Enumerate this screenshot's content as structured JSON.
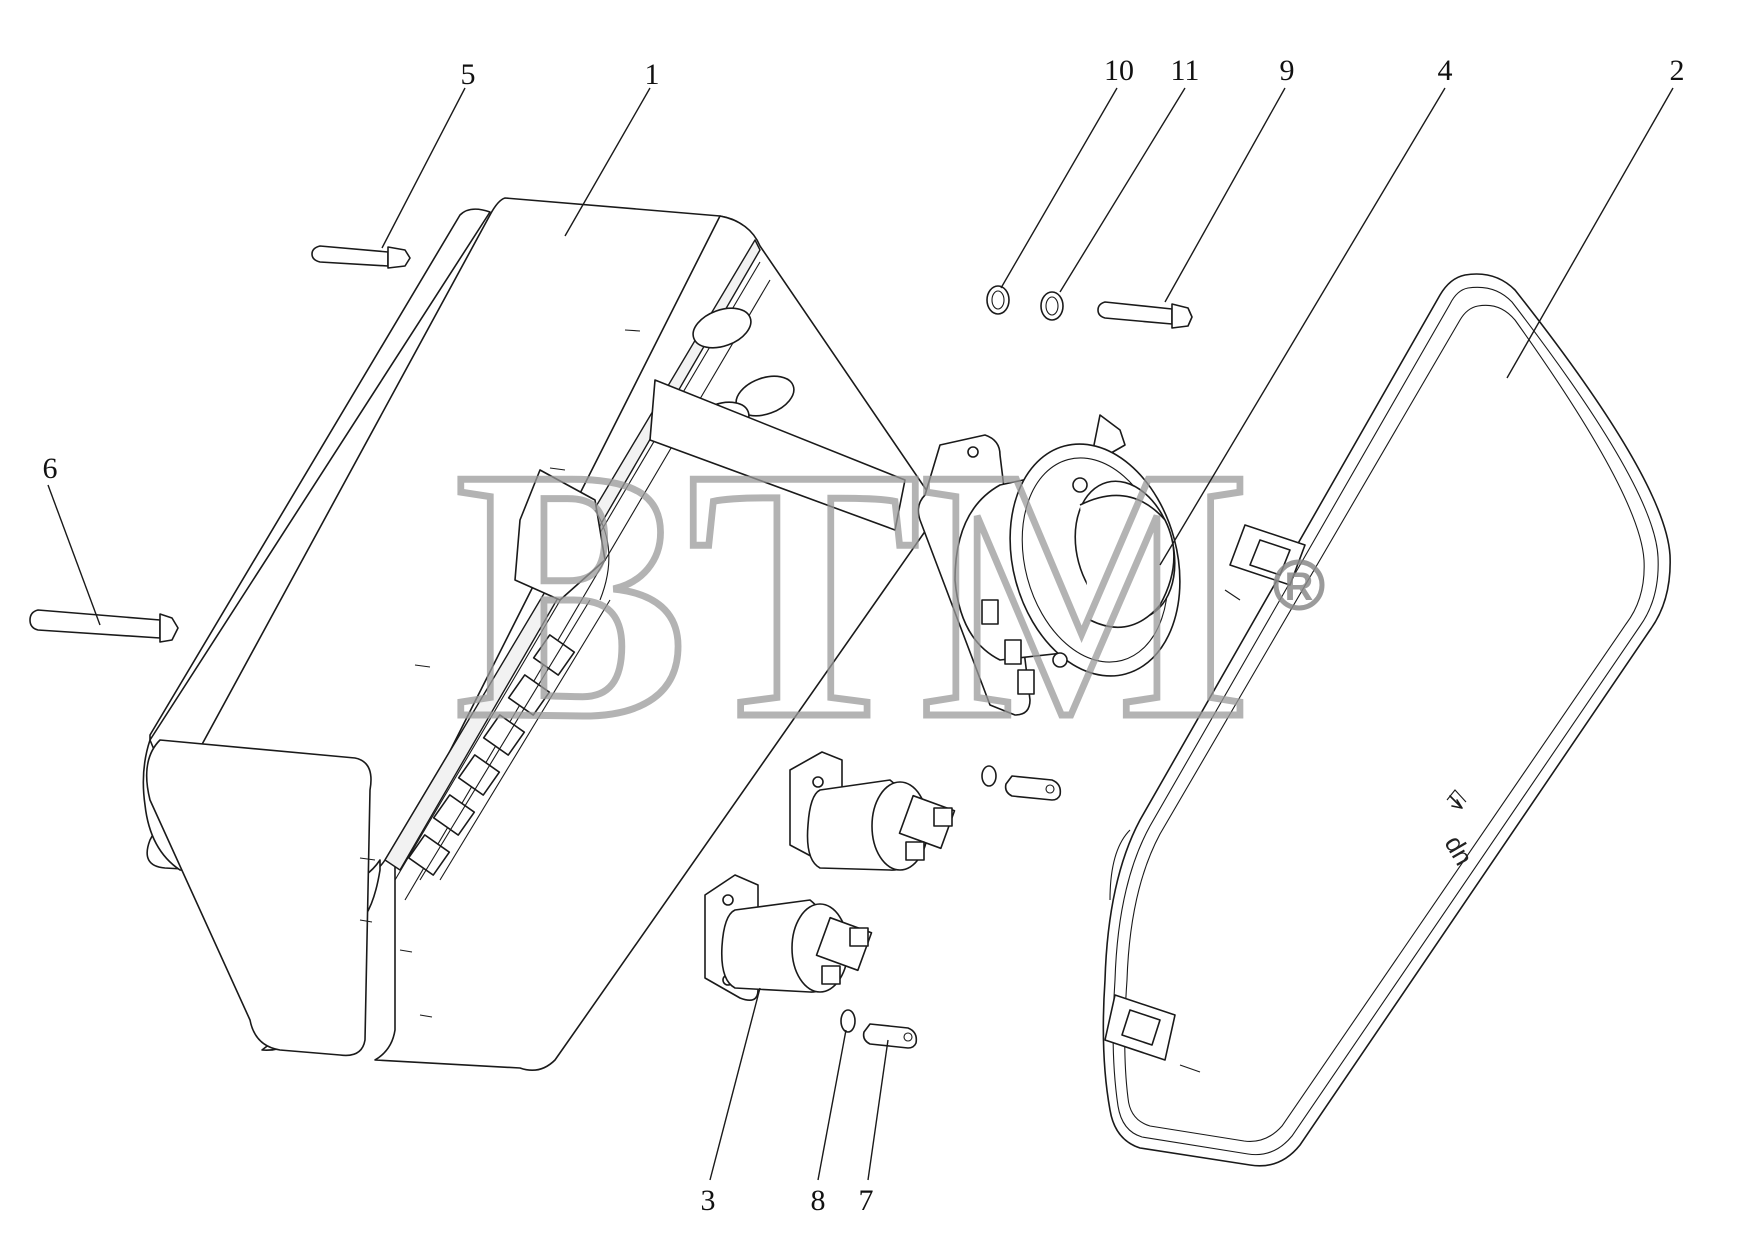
{
  "diagram": {
    "callouts": [
      {
        "id": "c1",
        "label": "1"
      },
      {
        "id": "c2",
        "label": "2"
      },
      {
        "id": "c3",
        "label": "3"
      },
      {
        "id": "c4",
        "label": "4"
      },
      {
        "id": "c5",
        "label": "5"
      },
      {
        "id": "c6",
        "label": "6"
      },
      {
        "id": "c7",
        "label": "7"
      },
      {
        "id": "c8",
        "label": "8"
      },
      {
        "id": "c9",
        "label": "9"
      },
      {
        "id": "c10",
        "label": "10"
      },
      {
        "id": "c11",
        "label": "11"
      }
    ],
    "watermark": {
      "text": "BTM",
      "mark": "R"
    },
    "cover_marking": "up"
  }
}
